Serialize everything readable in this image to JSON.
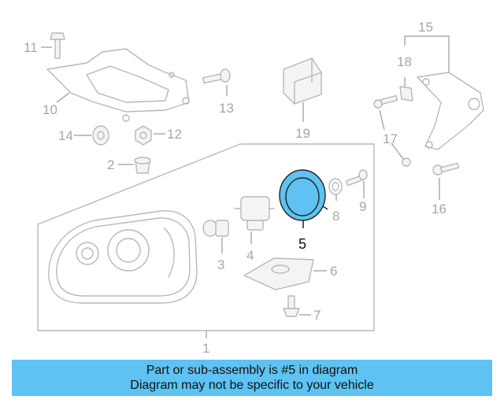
{
  "diagram": {
    "callouts": {
      "c1": "1",
      "c2": "2",
      "c3": "3",
      "c4": "4",
      "c5": "5",
      "c6": "6",
      "c7": "7",
      "c8": "8",
      "c9": "9",
      "c10": "10",
      "c11": "11",
      "c12": "12",
      "c13": "13",
      "c14": "14",
      "c15": "15",
      "c16": "16",
      "c17": "17",
      "c18": "18",
      "c19": "19"
    },
    "highlighted_part": "5",
    "highlight_color": "#5ec2f2"
  },
  "banner": {
    "line1": "Part or sub-assembly is #5 in diagram",
    "line2": "Diagram may not be specific to your vehicle",
    "background": "#5ec2f2"
  }
}
